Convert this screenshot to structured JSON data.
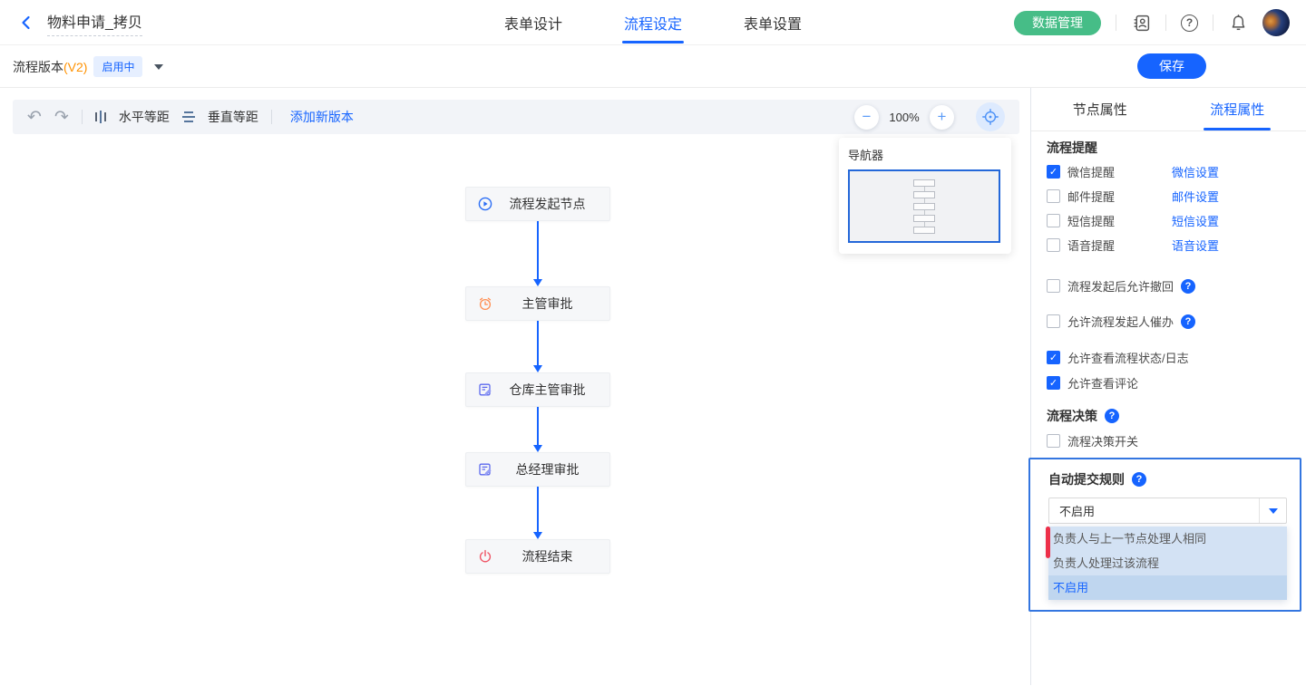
{
  "header": {
    "title": "物料申请_拷贝",
    "tabs": [
      {
        "label": "表单设计",
        "active": false
      },
      {
        "label": "流程设定",
        "active": true
      },
      {
        "label": "表单设置",
        "active": false
      }
    ],
    "data_manage_button": "数据管理",
    "icons": {
      "back": "chevron-left-icon",
      "address_book": "address-book-icon",
      "help": "help-circle-icon",
      "bell": "notification-bell-icon",
      "avatar": "user-avatar"
    }
  },
  "version_bar": {
    "label": "流程版本",
    "version": "(V2)",
    "status_badge": "启用中",
    "save_button": "保存"
  },
  "toolbar": {
    "undo_icon": "undo-arrow",
    "redo_icon": "redo-arrow",
    "distribute_horizontal": "水平等距",
    "distribute_vertical": "垂直等距",
    "add_version_link": "添加新版本",
    "zoom_out": "−",
    "zoom_level": "100%",
    "zoom_in": "+",
    "fit_icon": "crosshair-locate-icon"
  },
  "navigator": {
    "title": "导航器"
  },
  "flow": {
    "nodes": [
      {
        "label": "流程发起节点",
        "icon": "play-circle-icon"
      },
      {
        "label": "主管审批",
        "icon": "alarm-clock-icon"
      },
      {
        "label": "仓库主管审批",
        "icon": "document-edit-icon"
      },
      {
        "label": "总经理审批",
        "icon": "document-edit-icon"
      },
      {
        "label": "流程结束",
        "icon": "power-icon"
      }
    ]
  },
  "panel": {
    "tabs": [
      {
        "label": "节点属性",
        "active": false
      },
      {
        "label": "流程属性",
        "active": true
      }
    ],
    "reminder": {
      "title": "流程提醒",
      "rows": [
        {
          "label": "微信提醒",
          "checked": true,
          "link": "微信设置"
        },
        {
          "label": "邮件提醒",
          "checked": false,
          "link": "邮件设置"
        },
        {
          "label": "短信提醒",
          "checked": false,
          "link": "短信设置"
        },
        {
          "label": "语音提醒",
          "checked": false,
          "link": "语音设置"
        }
      ]
    },
    "switches": [
      {
        "label": "流程发起后允许撤回",
        "checked": false,
        "help": true
      },
      {
        "label": "允许流程发起人催办",
        "checked": false,
        "help": true
      },
      {
        "label": "允许查看流程状态/日志",
        "checked": true,
        "help": false
      },
      {
        "label": "允许查看评论",
        "checked": true,
        "help": false
      }
    ],
    "decision": {
      "title": "流程决策",
      "help": true,
      "switch_label": "流程决策开关",
      "checked": false
    },
    "auto_submit": {
      "title": "自动提交规则",
      "help": true,
      "selected_value": "不启用",
      "options": [
        {
          "label": "负责人与上一节点处理人相同",
          "selected": false
        },
        {
          "label": "负责人处理过该流程",
          "selected": false
        },
        {
          "label": "不启用",
          "selected": true
        }
      ]
    }
  },
  "colors": {
    "primary": "#1664ff",
    "green_button": "#46bd87",
    "version_orange": "#ff9100",
    "red_marker": "#ed2f49",
    "option_bg": "#d3e2f4",
    "option_selected_bg": "#bfd6ef"
  }
}
